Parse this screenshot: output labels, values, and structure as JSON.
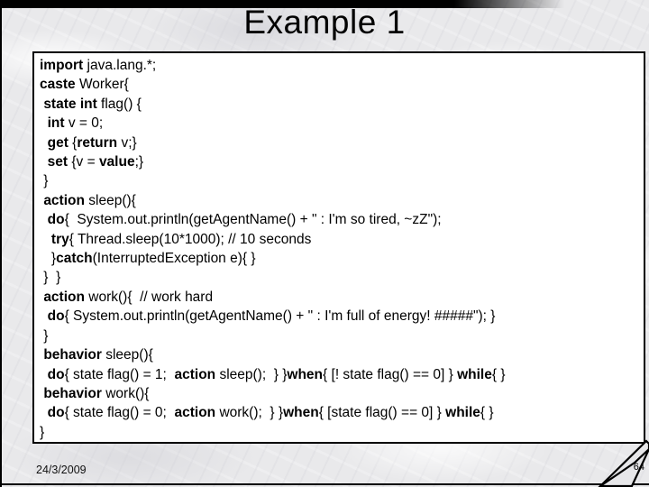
{
  "slide": {
    "title": "Example 1",
    "footer_date": "24/3/2009",
    "page_number": "64"
  },
  "colors": {
    "background": "#e9e9eb",
    "frame_lines": "#000000",
    "code_box_background": "#ffffff",
    "text": "#000000",
    "check_fill": "#e7e7e9"
  },
  "icons": {
    "bottom_right_logo": "checkmark-icon"
  },
  "code": {
    "lines": [
      [
        {
          "t": "import",
          "b": true
        },
        {
          "t": " java.lang.*;",
          "b": false
        }
      ],
      [
        {
          "t": "caste",
          "b": true
        },
        {
          "t": " Worker{",
          "b": false
        }
      ],
      [
        {
          "t": " ",
          "b": false
        },
        {
          "t": "state",
          "b": true
        },
        {
          "t": " ",
          "b": false
        },
        {
          "t": "int",
          "b": true
        },
        {
          "t": " flag() {",
          "b": false
        }
      ],
      [
        {
          "t": "  ",
          "b": false
        },
        {
          "t": "int",
          "b": true
        },
        {
          "t": " v = 0;",
          "b": false
        }
      ],
      [
        {
          "t": "  ",
          "b": false
        },
        {
          "t": "get",
          "b": true
        },
        {
          "t": " {",
          "b": false
        },
        {
          "t": "return",
          "b": true
        },
        {
          "t": " v;}",
          "b": false
        }
      ],
      [
        {
          "t": "  ",
          "b": false
        },
        {
          "t": "set",
          "b": true
        },
        {
          "t": " {v = ",
          "b": false
        },
        {
          "t": "value",
          "b": true
        },
        {
          "t": ";}",
          "b": false
        }
      ],
      [
        {
          "t": " }",
          "b": false
        }
      ],
      [
        {
          "t": " ",
          "b": false
        },
        {
          "t": "action",
          "b": true
        },
        {
          "t": " sleep(){",
          "b": false
        }
      ],
      [
        {
          "t": "  ",
          "b": false
        },
        {
          "t": "do",
          "b": true
        },
        {
          "t": "{  System.out.println(getAgentName() + \" : I'm so tired, ~zZ\");",
          "b": false
        }
      ],
      [
        {
          "t": "   ",
          "b": false
        },
        {
          "t": "try",
          "b": true
        },
        {
          "t": "{ Thread.sleep(10*1000); // 10 seconds",
          "b": false
        }
      ],
      [
        {
          "t": "   }",
          "b": false
        },
        {
          "t": "catch",
          "b": true
        },
        {
          "t": "(InterruptedException e){ }",
          "b": false
        }
      ],
      [
        {
          "t": " }  }",
          "b": false
        }
      ],
      [
        {
          "t": " ",
          "b": false
        },
        {
          "t": "action",
          "b": true
        },
        {
          "t": " work(){  // work hard",
          "b": false
        }
      ],
      [
        {
          "t": "  ",
          "b": false
        },
        {
          "t": "do",
          "b": true
        },
        {
          "t": "{ System.out.println(getAgentName() + \" : I'm full of energy! #####\"); }",
          "b": false
        }
      ],
      [
        {
          "t": " }",
          "b": false
        }
      ],
      [
        {
          "t": " ",
          "b": false
        },
        {
          "t": "behavior",
          "b": true
        },
        {
          "t": " sleep(){",
          "b": false
        }
      ],
      [
        {
          "t": "  ",
          "b": false
        },
        {
          "t": "do",
          "b": true
        },
        {
          "t": "{ state flag() = 1;  ",
          "b": false
        },
        {
          "t": "action",
          "b": true
        },
        {
          "t": " sleep();  } }",
          "b": false
        },
        {
          "t": "when",
          "b": true
        },
        {
          "t": "{ [! state flag() == 0] } ",
          "b": false
        },
        {
          "t": "while",
          "b": true
        },
        {
          "t": "{ }",
          "b": false
        }
      ],
      [
        {
          "t": " ",
          "b": false
        },
        {
          "t": "behavior",
          "b": true
        },
        {
          "t": " work(){",
          "b": false
        }
      ],
      [
        {
          "t": "  ",
          "b": false
        },
        {
          "t": "do",
          "b": true
        },
        {
          "t": "{ state flag() = 0;  ",
          "b": false
        },
        {
          "t": "action",
          "b": true
        },
        {
          "t": " work();  } }",
          "b": false
        },
        {
          "t": "when",
          "b": true
        },
        {
          "t": "{ [state flag() == 0] } ",
          "b": false
        },
        {
          "t": "while",
          "b": true
        },
        {
          "t": "{ }",
          "b": false
        }
      ],
      [
        {
          "t": "}",
          "b": false
        }
      ]
    ]
  }
}
